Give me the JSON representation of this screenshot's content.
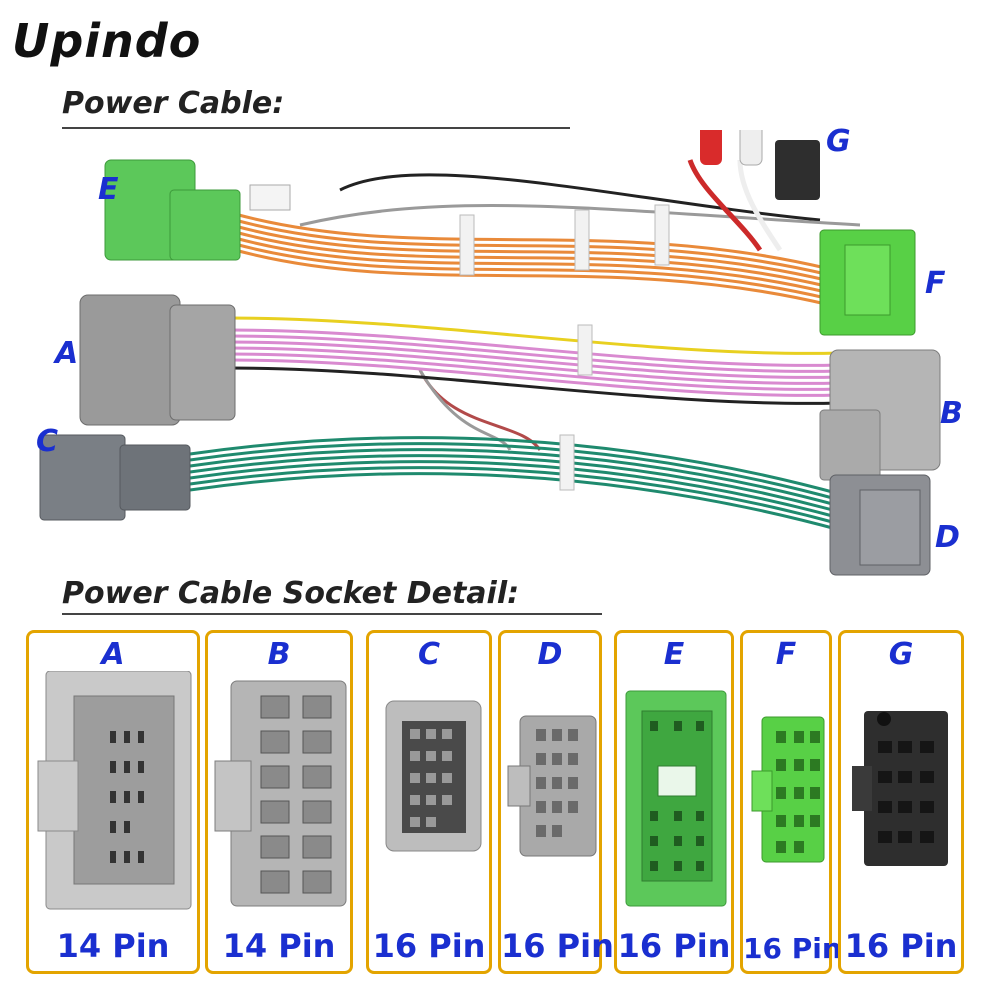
{
  "brand": "Upindo",
  "sections": {
    "power_cable": "Power Cable:",
    "socket_detail": "Power Cable Socket Detail:"
  },
  "harness_labels": [
    "E",
    "G",
    "F",
    "A",
    "B",
    "C",
    "D"
  ],
  "connectors": [
    {
      "letter": "A",
      "pins": "14 Pin",
      "color": "#c9c9c9"
    },
    {
      "letter": "B",
      "pins": "14 Pin",
      "color": "#b5b5b5"
    },
    {
      "letter": "C",
      "pins": "16 Pin",
      "color": "#bdbdbd"
    },
    {
      "letter": "D",
      "pins": "16 Pin",
      "color": "#a9a9a9"
    },
    {
      "letter": "E",
      "pins": "16 Pin",
      "color": "#5cc85a"
    },
    {
      "letter": "F",
      "pins": "16 Pin",
      "color": "#58d046"
    },
    {
      "letter": "G",
      "pins": "16 Pin",
      "color": "#2e2e2e"
    }
  ],
  "colors": {
    "label_blue": "#1a2fd0",
    "panel_border": "#e3a400",
    "wire_orange": "#e98a3a",
    "wire_pink": "#d98ad0",
    "wire_green": "#1f8a6e"
  }
}
